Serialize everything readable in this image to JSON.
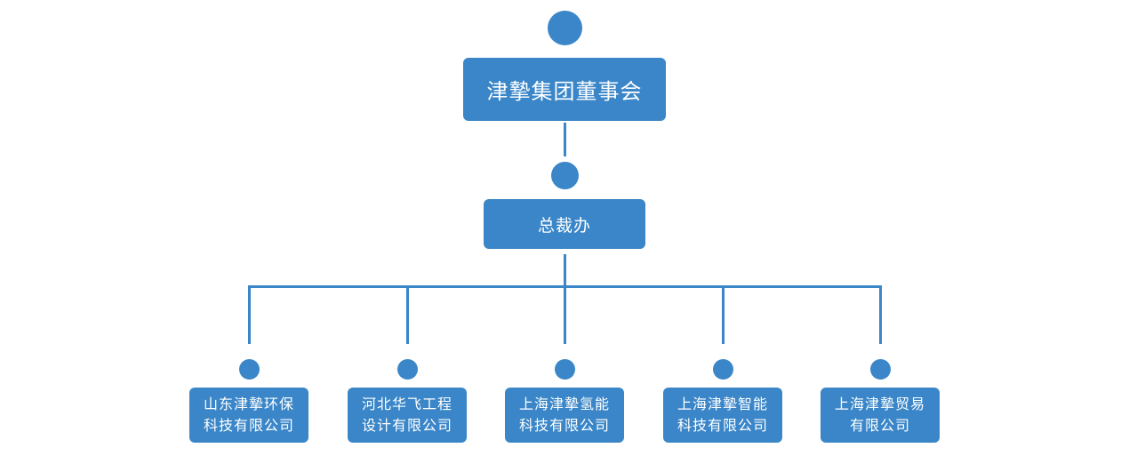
{
  "colors": {
    "node_fill": "#3a86c8",
    "text": "#ffffff",
    "background": "#ffffff"
  },
  "org": {
    "board": {
      "label": "津摯集团董事会"
    },
    "office": {
      "label": "总裁办"
    },
    "companies": [
      {
        "line1": "山东津摯环保",
        "line2": "科技有限公司"
      },
      {
        "line1": "河北华飞工程",
        "line2": "设计有限公司"
      },
      {
        "line1": "上海津摯氢能",
        "line2": "科技有限公司"
      },
      {
        "line1": "上海津摯智能",
        "line2": "科技有限公司"
      },
      {
        "line1": "上海津摯贸易",
        "line2": "有限公司"
      }
    ]
  }
}
